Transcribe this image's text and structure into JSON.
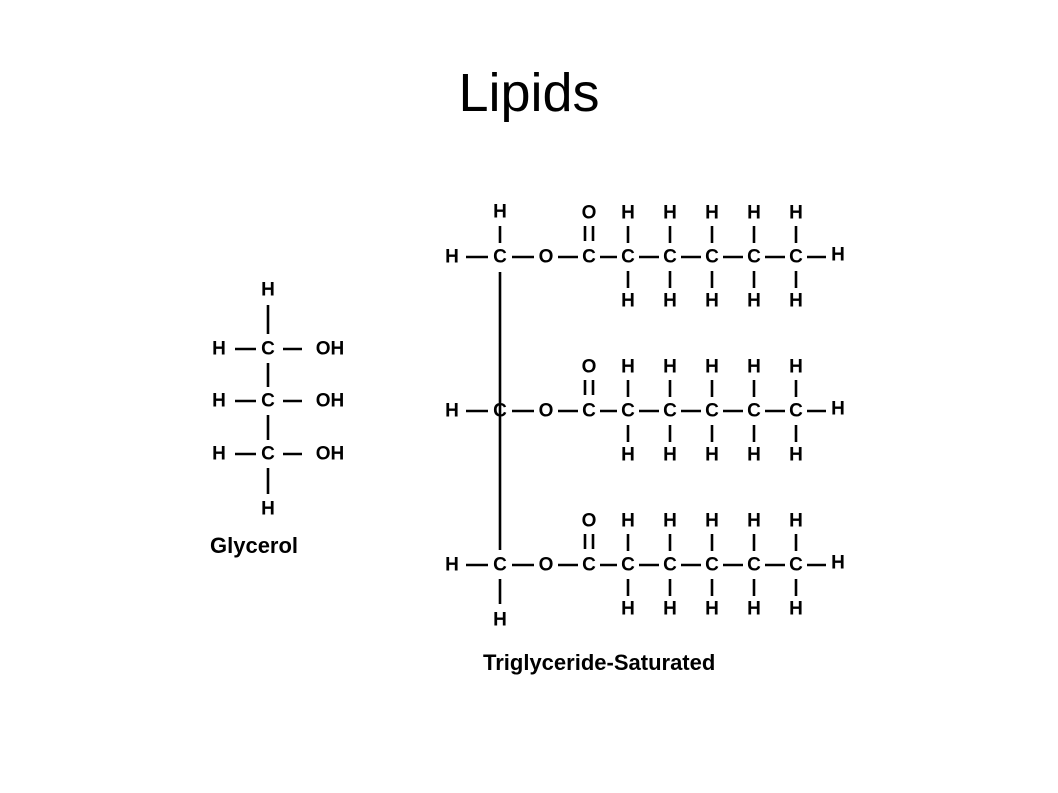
{
  "slide": {
    "title": "Lipids"
  },
  "glycerol": {
    "caption": "Glycerol",
    "symbols": {
      "hydrogen": "H",
      "carbon": "C",
      "hydroxyl": "OH"
    }
  },
  "triglyceride": {
    "caption": "Triglyceride-Saturated",
    "symbols": {
      "hydrogen": "H",
      "carbon": "C",
      "oxygen": "O"
    },
    "chain_carbons": 5,
    "chains": 3
  },
  "colors": {
    "ink": "#000000",
    "background": "#ffffff"
  }
}
